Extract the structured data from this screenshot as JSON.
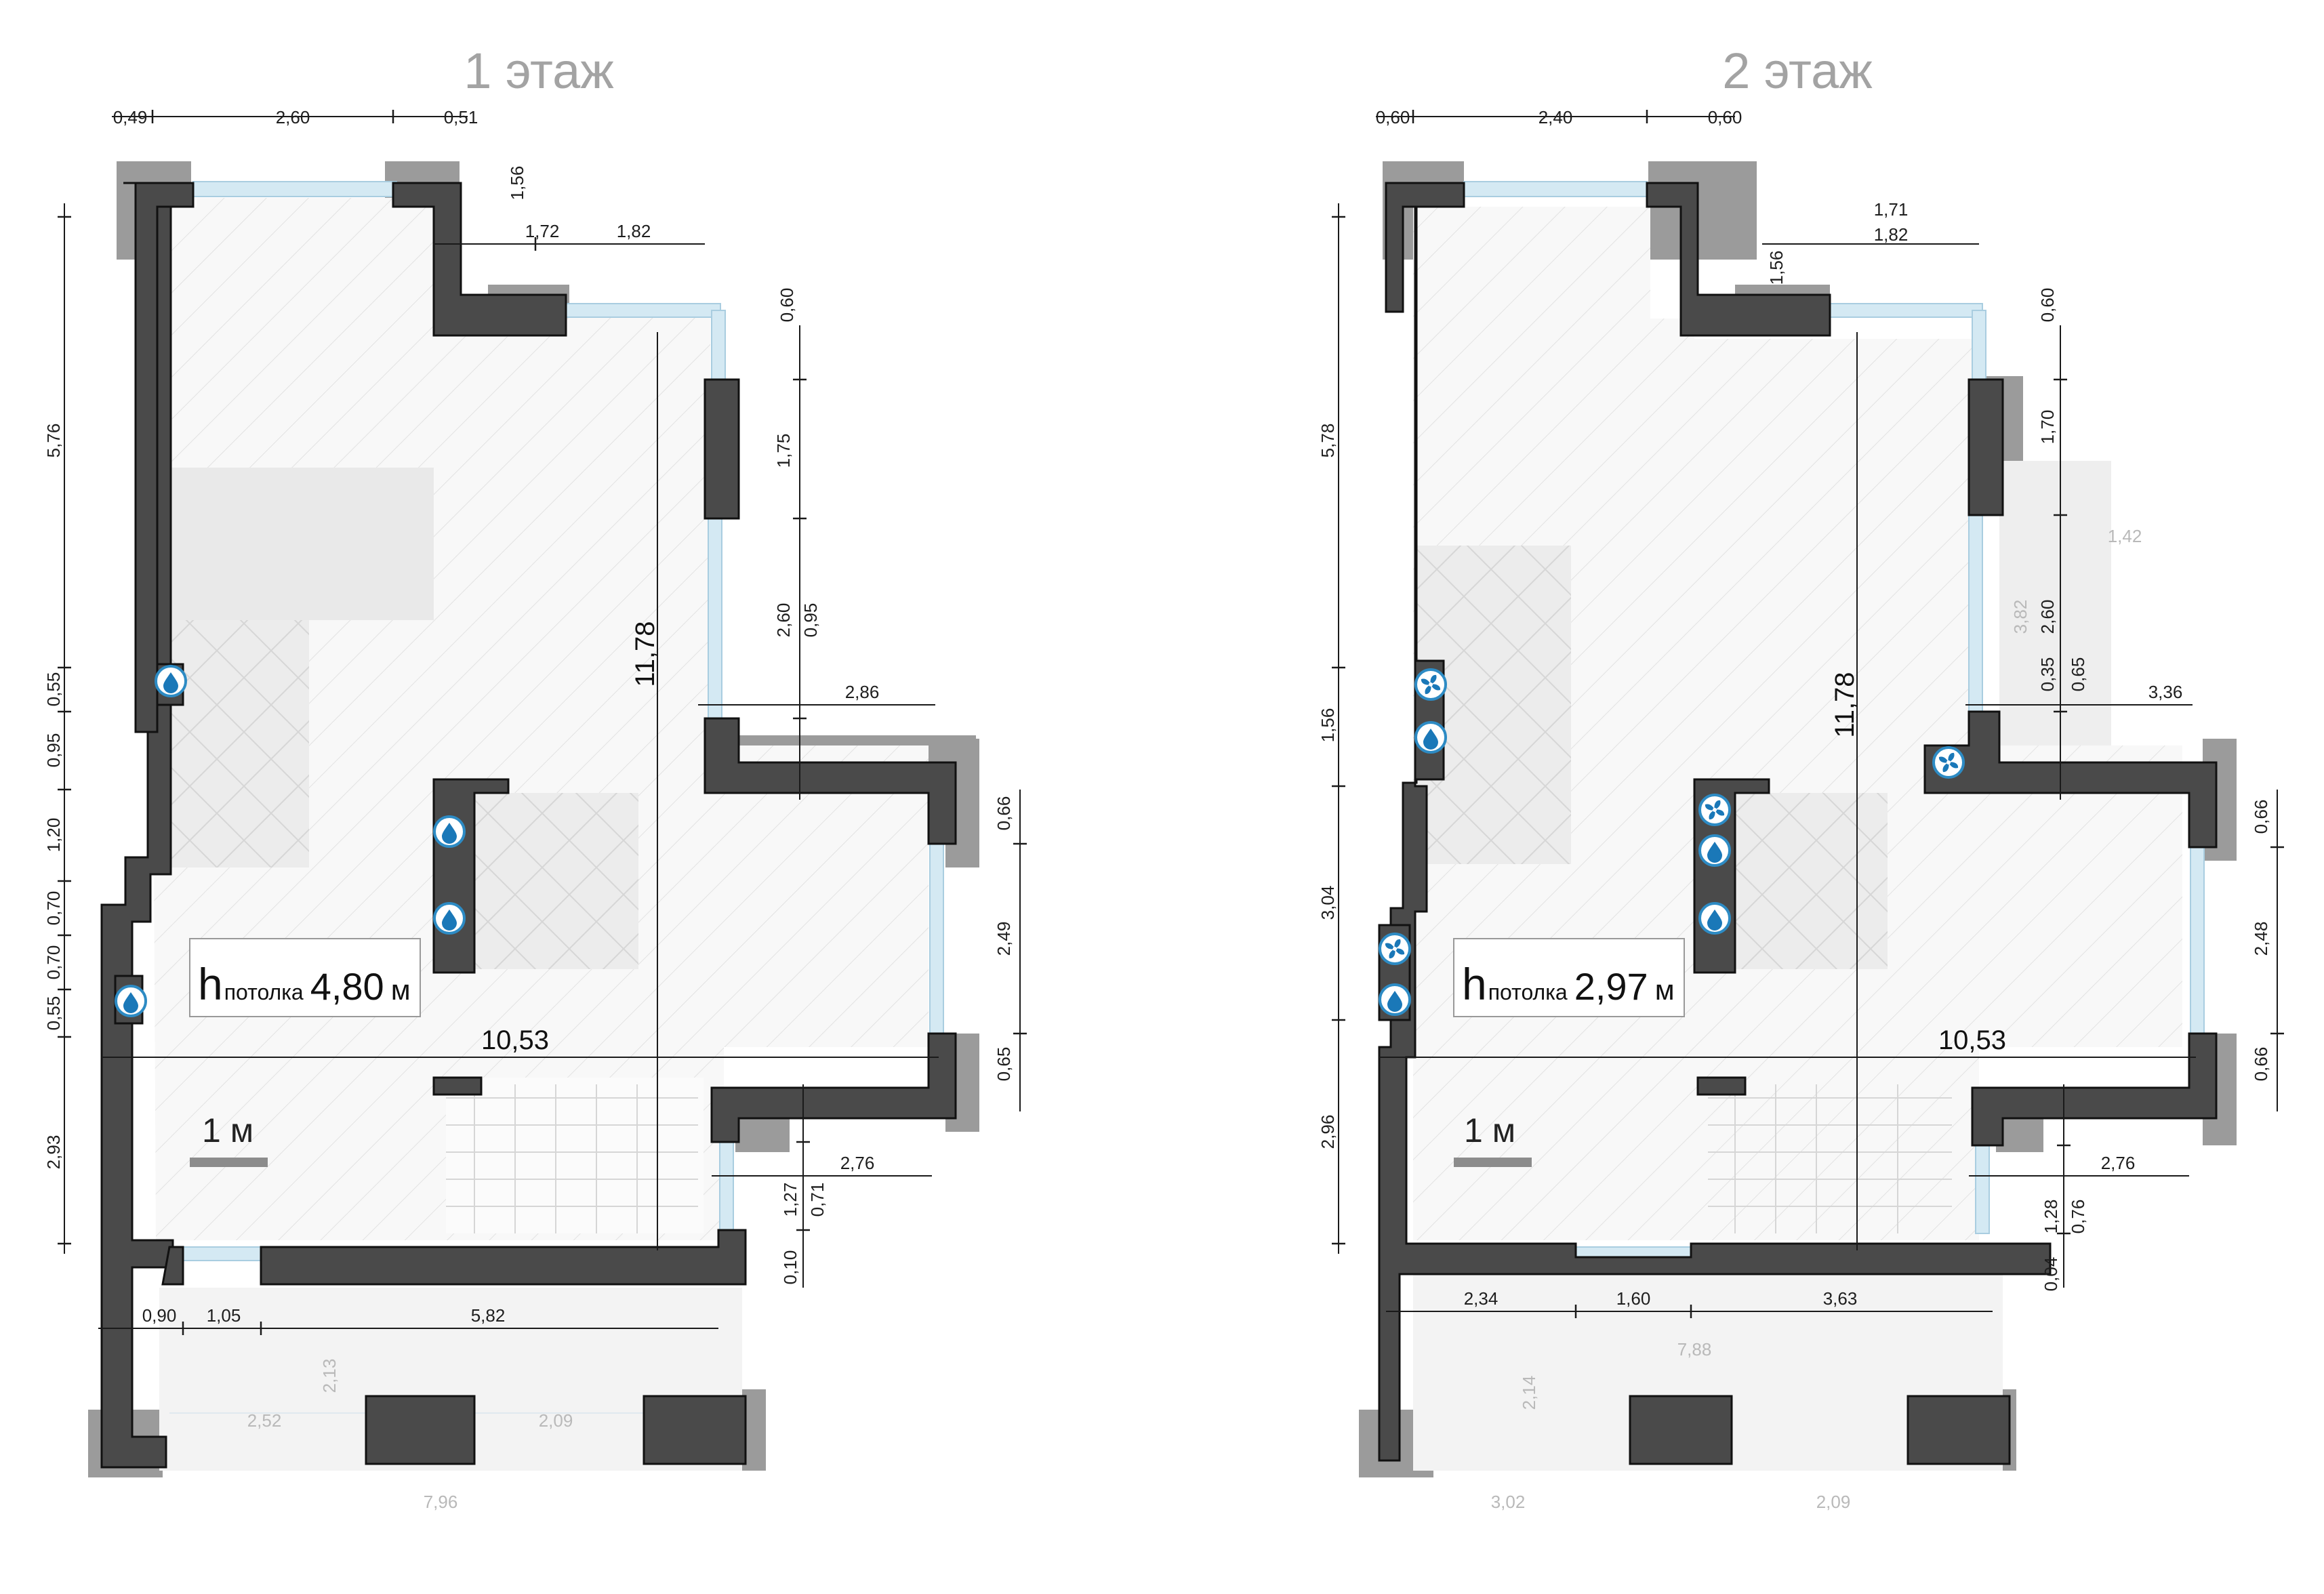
{
  "floor1": {
    "title": "1 этаж",
    "ceiling_prefix": "h",
    "ceiling_sub": "потолка",
    "ceiling_value": "4,80",
    "ceiling_unit": "м",
    "scale_label": "1 м",
    "dims": {
      "top_a": "0,49",
      "top_b": "2,60",
      "top_c": "0,51",
      "v_156": "1,56",
      "d_172": "1,72",
      "d_182": "1,82",
      "v_060": "0,60",
      "v_175": "1,75",
      "v_260": "2,60",
      "v_095r": "0,95",
      "d_286": "2,86",
      "v_066": "0,66",
      "v_249": "2,49",
      "v_065": "0,65",
      "d_276": "2,76",
      "v_127": "1,27",
      "v_071": "0,71",
      "v_010": "0,10",
      "l_576": "5,76",
      "l_055a": "0,55",
      "l_095": "0,95",
      "l_120": "1,20",
      "l_070a": "0,70",
      "l_070b": "0,70",
      "l_055b": "0,55",
      "l_293": "2,93",
      "total_h": "11,78",
      "total_w": "10,53",
      "b_090": "0,90",
      "b_105": "1,05",
      "b_582": "5,82",
      "t_213": "2,13",
      "t_252": "2,52",
      "t_209": "2,09",
      "t_796": "7,96"
    }
  },
  "floor2": {
    "title": "2 этаж",
    "ceiling_prefix": "h",
    "ceiling_sub": "потолка",
    "ceiling_value": "2,97",
    "ceiling_unit": "м",
    "scale_label": "1 м",
    "dims": {
      "top_a": "0,60",
      "top_b": "2,40",
      "top_c": "0,60",
      "d_171": "1,71",
      "d_182": "1,82",
      "v_156": "1,56",
      "v_060": "0,60",
      "v_170": "1,70",
      "d_142": "1,42",
      "v_382": "3,82",
      "v_260": "2,60",
      "v_035": "0,35",
      "v_065": "0,65",
      "d_336": "3,36",
      "v_066a": "0,66",
      "v_248": "2,48",
      "v_066b": "0,66",
      "d_276": "2,76",
      "v_128": "1,28",
      "v_076": "0,76",
      "v_004": "0,04",
      "l_578": "5,78",
      "l_156": "1,56",
      "l_304": "3,04",
      "l_296": "2,96",
      "total_h": "11,78",
      "total_w": "10,53",
      "b_234": "2,34",
      "b_160": "1,60",
      "b_363": "3,63",
      "t_788": "7,88",
      "t_214": "2,14",
      "t_302": "3,02",
      "t_209": "2,09"
    }
  },
  "icons": {
    "water": "water-drop-icon",
    "fan": "ventilation-fan-icon"
  },
  "colors": {
    "wall": "#4a4a4a",
    "wall_shadow": "#9b9b9b",
    "glass": "#d4e9f3",
    "icon_blue": "#1a78b8",
    "title_gray": "#a3a3a3"
  }
}
